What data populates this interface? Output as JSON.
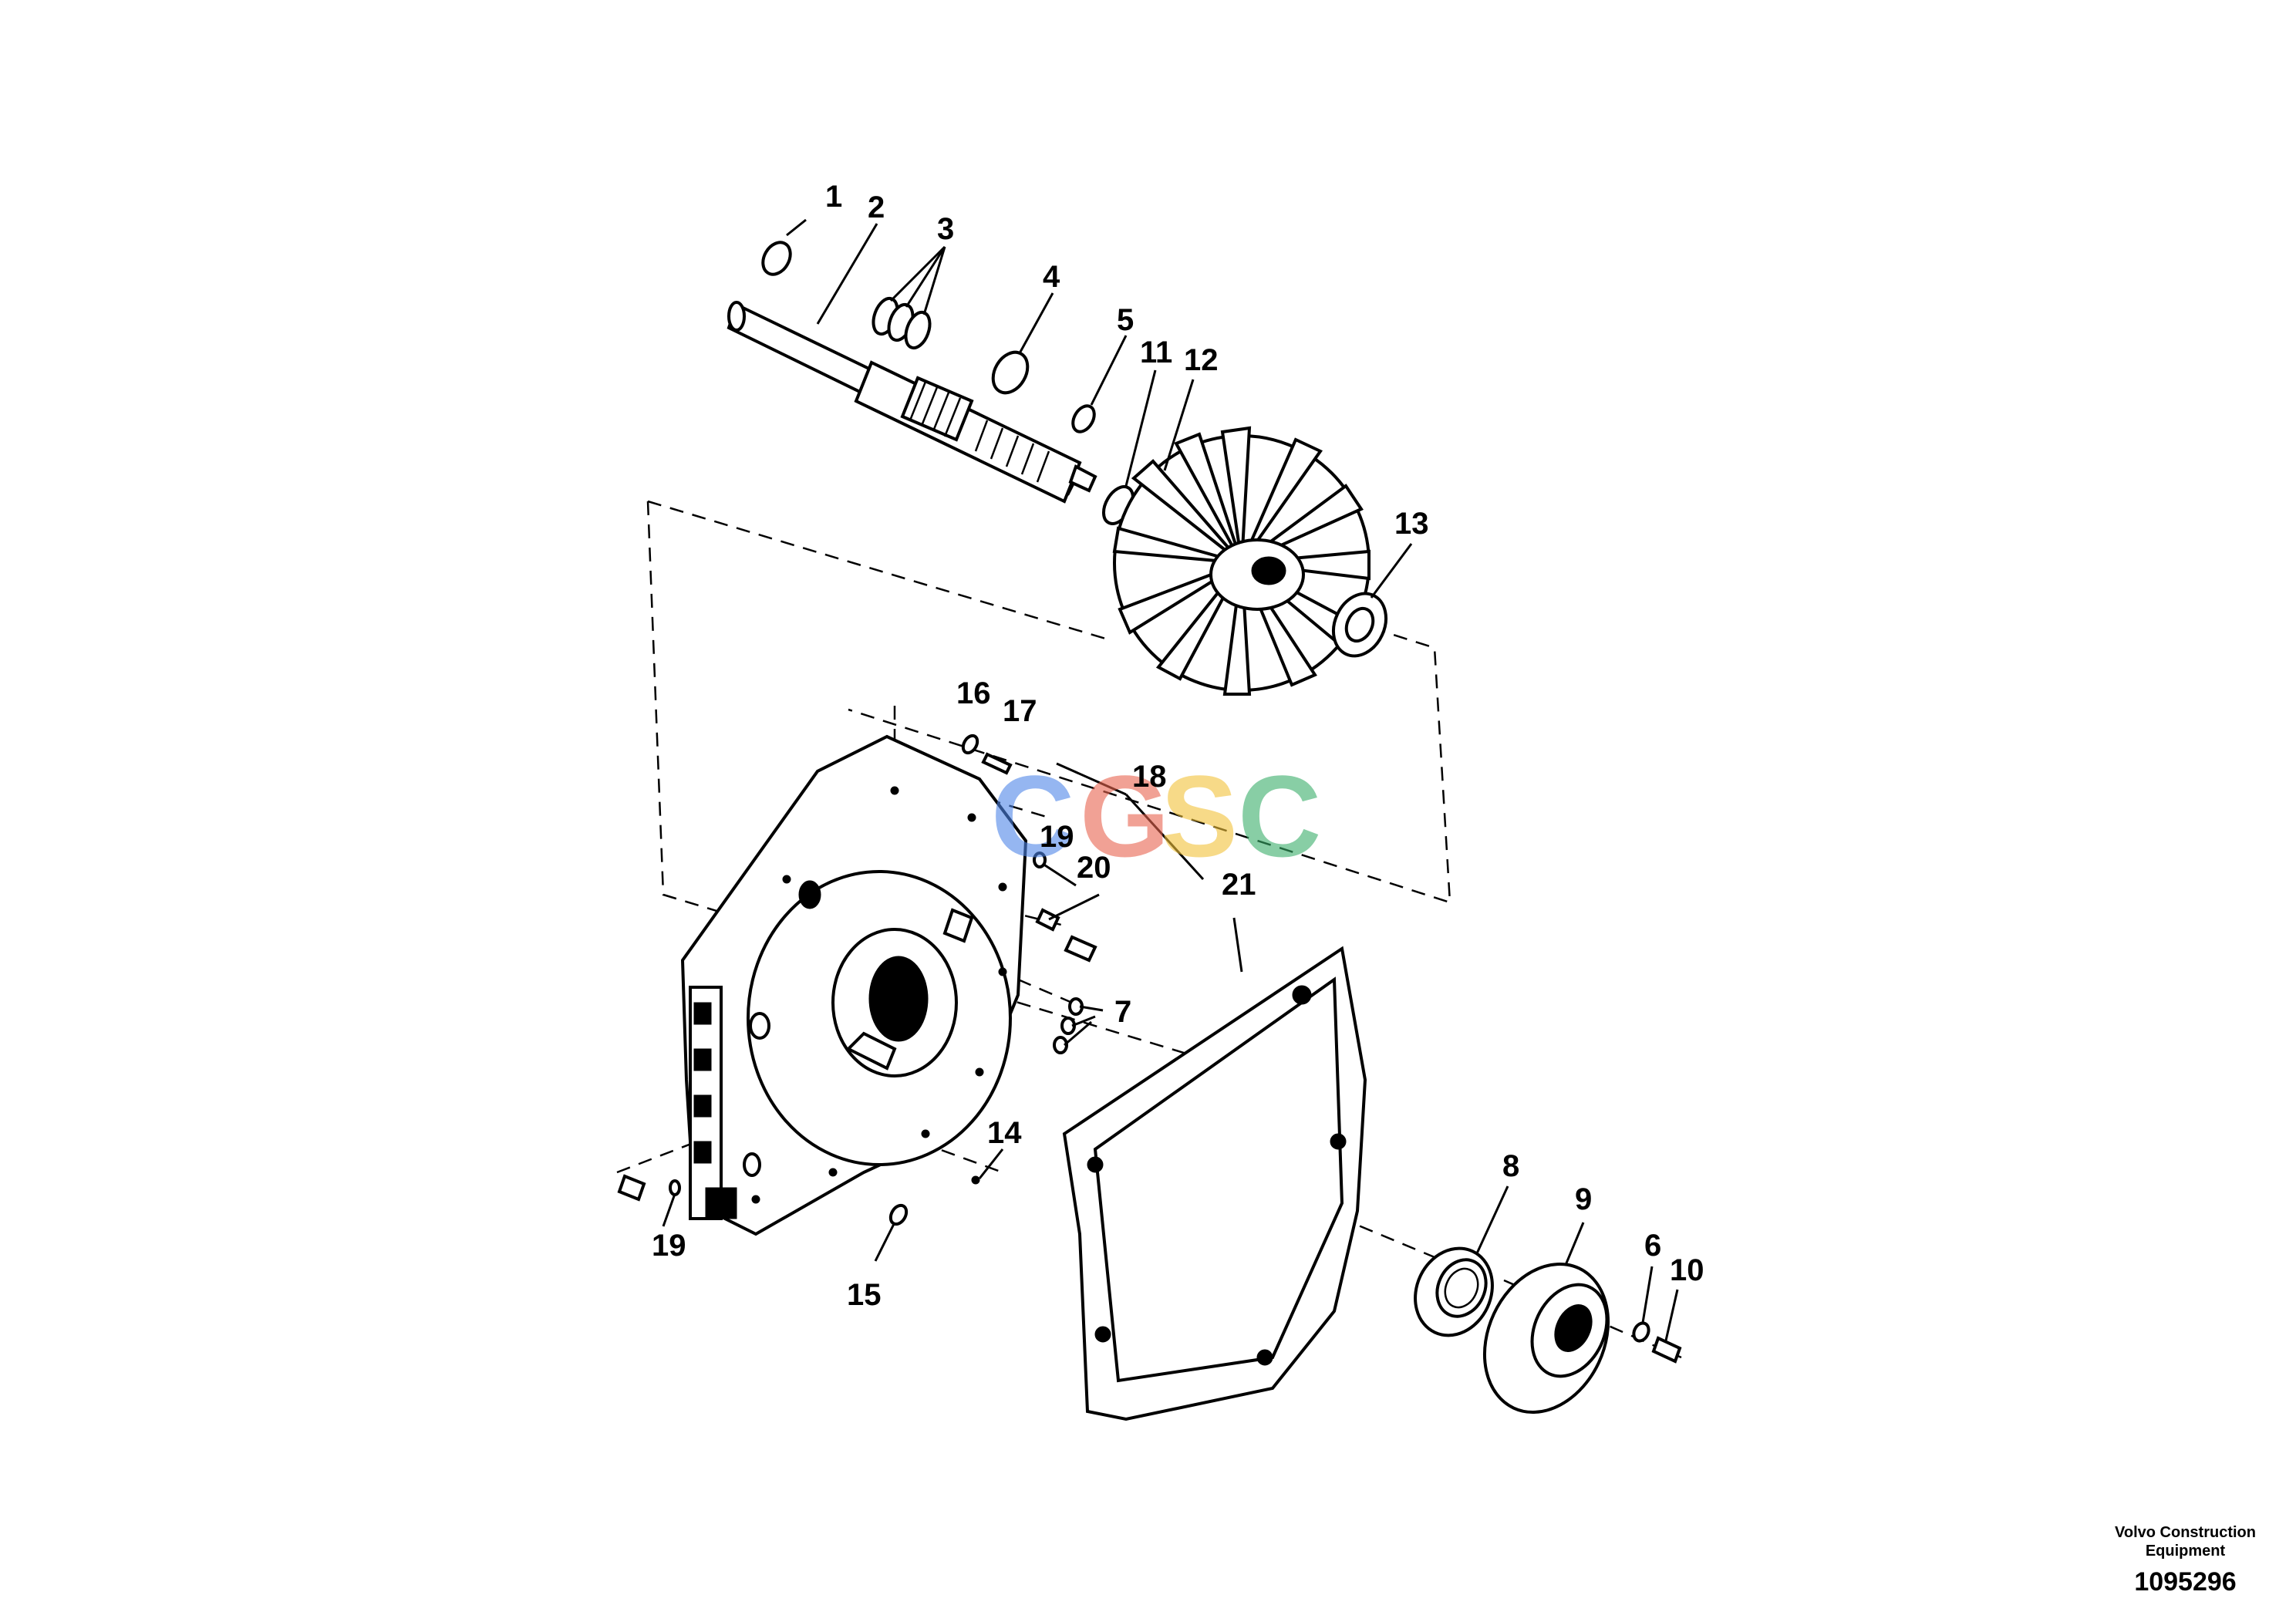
{
  "diagram": {
    "callouts": [
      "1",
      "2",
      "3",
      "4",
      "5",
      "11",
      "12",
      "13",
      "16",
      "17",
      "18",
      "19",
      "20",
      "21",
      "7",
      "14",
      "19",
      "15",
      "8",
      "9",
      "6",
      "10"
    ],
    "watermark": {
      "letters": [
        "C",
        "G",
        "S",
        "C"
      ],
      "colors": [
        "#4f86e8",
        "#e8644f",
        "#f2c23a",
        "#3aae6a"
      ]
    }
  },
  "footer": {
    "brand_line1": "Volvo Construction",
    "brand_line2": "Equipment",
    "doc_number": "1095296"
  }
}
